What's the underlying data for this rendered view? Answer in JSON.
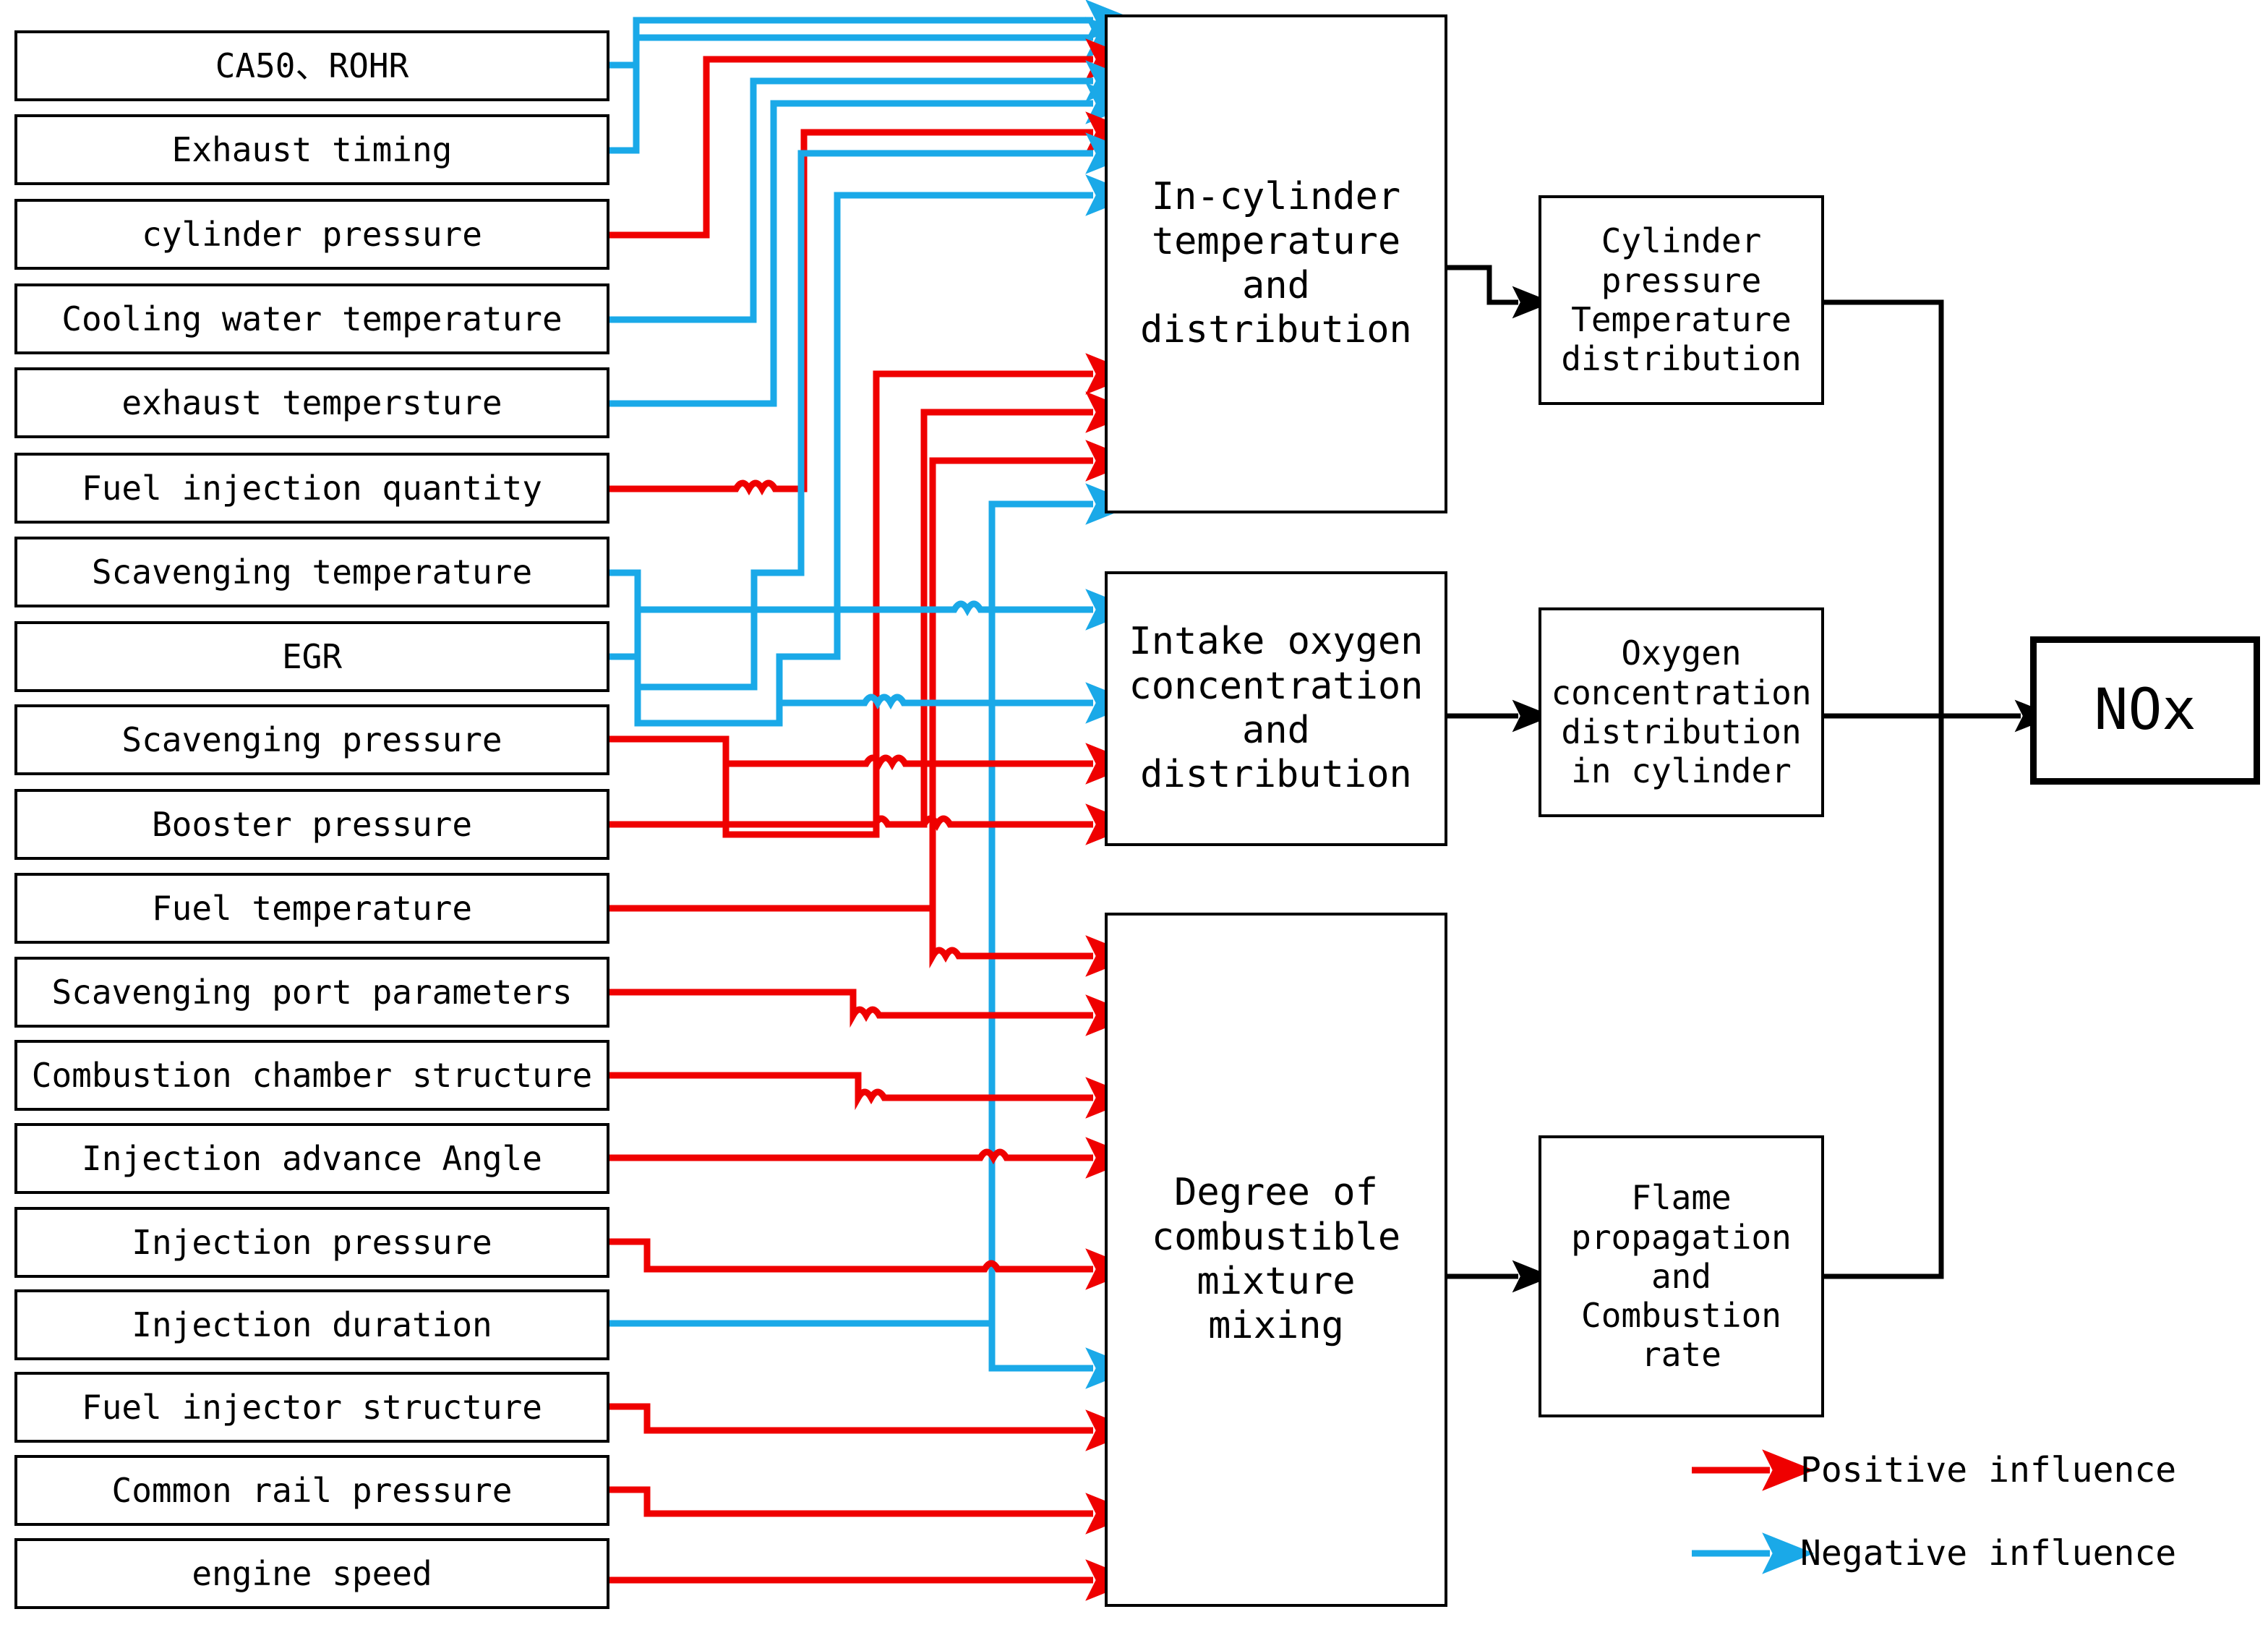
{
  "diagram": {
    "title": "NOx influencing factors flow diagram",
    "colors": {
      "positive": "#ef0000",
      "negative": "#1aa9e8",
      "outline": "#000000",
      "background": "#ffffff"
    }
  },
  "inputs": {
    "items": [
      {
        "id": "ca50-rohr",
        "label": "CA50、ROHR"
      },
      {
        "id": "exhaust-timing",
        "label": "Exhaust timing"
      },
      {
        "id": "cylinder-pressure",
        "label": "cylinder pressure"
      },
      {
        "id": "cooling-water-temperature",
        "label": "Cooling water temperature"
      },
      {
        "id": "exhaust-tempersture",
        "label": "exhaust tempersture"
      },
      {
        "id": "fuel-injection-quantity",
        "label": "Fuel injection quantity"
      },
      {
        "id": "scavenging-temperature",
        "label": "Scavenging temperature"
      },
      {
        "id": "egr",
        "label": "EGR"
      },
      {
        "id": "scavenging-pressure",
        "label": "Scavenging pressure"
      },
      {
        "id": "booster-pressure",
        "label": "Booster pressure"
      },
      {
        "id": "fuel-temperature",
        "label": "Fuel temperature"
      },
      {
        "id": "scavenging-port-parameters",
        "label": "Scavenging port parameters"
      },
      {
        "id": "combustion-chamber-structure",
        "label": "Combustion chamber structure"
      },
      {
        "id": "injection-advance-angle",
        "label": "Injection advance Angle"
      },
      {
        "id": "injection-pressure",
        "label": "Injection pressure"
      },
      {
        "id": "injection-duration",
        "label": "Injection duration"
      },
      {
        "id": "fuel-injector-structure",
        "label": "Fuel injector structure"
      },
      {
        "id": "common-rail-pressure",
        "label": "Common rail pressure"
      },
      {
        "id": "engine-speed",
        "label": "engine speed"
      }
    ]
  },
  "processes": {
    "items": [
      {
        "id": "in-cylinder-temperature",
        "label": "In-cylinder temperature and distribution"
      },
      {
        "id": "intake-oxygen-concentration",
        "label": "Intake oxygen concentration and distribution"
      },
      {
        "id": "degree-of-mixture-mixing",
        "label": "Degree of combustible mixture mixing"
      }
    ]
  },
  "states": {
    "items": [
      {
        "id": "cylinder-pressure-temperature-distribution",
        "label": "Cylinder pressure Temperature distribution"
      },
      {
        "id": "oxygen-concentration-distribution-in-cylinder",
        "label": "Oxygen concentration distribution in cylinder"
      },
      {
        "id": "flame-propagation-combustion-rate",
        "label": "Flame propagation and Combustion rate"
      }
    ]
  },
  "output": {
    "id": "nox",
    "label": "NOx"
  },
  "legend": {
    "items": [
      {
        "id": "positive-influence",
        "label": "Positive influence",
        "color": "#ef0000"
      },
      {
        "id": "negative-influence",
        "label": "Negative influence",
        "color": "#1aa9e8"
      }
    ]
  },
  "chart_data": {
    "type": "diagram",
    "title": "NOx influencing factors flow diagram",
    "nodes": {
      "inputs": [
        "CA50、ROHR",
        "Exhaust timing",
        "cylinder pressure",
        "Cooling water temperature",
        "exhaust tempersture",
        "Fuel injection quantity",
        "Scavenging temperature",
        "EGR",
        "Scavenging pressure",
        "Booster pressure",
        "Fuel temperature",
        "Scavenging port parameters",
        "Combustion chamber structure",
        "Injection advance Angle",
        "Injection pressure",
        "Injection duration",
        "Fuel injector structure",
        "Common rail pressure",
        "engine speed"
      ],
      "processes": [
        "In-cylinder temperature and distribution",
        "Intake oxygen concentration and distribution",
        "Degree of combustible mixture mixing"
      ],
      "states": [
        "Cylinder pressure Temperature distribution",
        "Oxygen concentration distribution in cylinder",
        "Flame propagation and Combustion rate"
      ],
      "output": "NOx"
    },
    "edges": [
      {
        "from": "CA50、ROHR",
        "to": "In-cylinder temperature and distribution",
        "sign": "negative"
      },
      {
        "from": "CA50、ROHR",
        "to": "In-cylinder temperature and distribution",
        "sign": "negative"
      },
      {
        "from": "Exhaust timing",
        "to": "In-cylinder temperature and distribution",
        "sign": "negative"
      },
      {
        "from": "cylinder pressure",
        "to": "In-cylinder temperature and distribution",
        "sign": "positive"
      },
      {
        "from": "Cooling water temperature",
        "to": "In-cylinder temperature and distribution",
        "sign": "negative"
      },
      {
        "from": "exhaust tempersture",
        "to": "In-cylinder temperature and distribution",
        "sign": "negative"
      },
      {
        "from": "Fuel injection quantity",
        "to": "In-cylinder temperature and distribution",
        "sign": "positive"
      },
      {
        "from": "Scavenging temperature",
        "to": "In-cylinder temperature and distribution",
        "sign": "negative"
      },
      {
        "from": "EGR",
        "to": "In-cylinder temperature and distribution",
        "sign": "negative"
      },
      {
        "from": "Scavenging pressure",
        "to": "In-cylinder temperature and distribution",
        "sign": "positive"
      },
      {
        "from": "Booster pressure",
        "to": "In-cylinder temperature and distribution",
        "sign": "positive"
      },
      {
        "from": "Fuel temperature",
        "to": "In-cylinder temperature and distribution",
        "sign": "positive"
      },
      {
        "from": "Injection duration",
        "to": "In-cylinder temperature and distribution",
        "sign": "negative"
      },
      {
        "from": "Scavenging temperature",
        "to": "Intake oxygen concentration and distribution",
        "sign": "negative"
      },
      {
        "from": "EGR",
        "to": "Intake oxygen concentration and distribution",
        "sign": "negative"
      },
      {
        "from": "Scavenging pressure",
        "to": "Intake oxygen concentration and distribution",
        "sign": "positive"
      },
      {
        "from": "Booster pressure",
        "to": "Intake oxygen concentration and distribution",
        "sign": "positive"
      },
      {
        "from": "Fuel temperature",
        "to": "Degree of combustible mixture mixing",
        "sign": "positive"
      },
      {
        "from": "Scavenging port parameters",
        "to": "Degree of combustible mixture mixing",
        "sign": "positive"
      },
      {
        "from": "Combustion chamber structure",
        "to": "Degree of combustible mixture mixing",
        "sign": "positive"
      },
      {
        "from": "Injection advance Angle",
        "to": "Degree of combustible mixture mixing",
        "sign": "positive"
      },
      {
        "from": "Injection pressure",
        "to": "Degree of combustible mixture mixing",
        "sign": "positive"
      },
      {
        "from": "Injection duration",
        "to": "Degree of combustible mixture mixing",
        "sign": "negative"
      },
      {
        "from": "Fuel injector structure",
        "to": "Degree of combustible mixture mixing",
        "sign": "positive"
      },
      {
        "from": "Common rail pressure",
        "to": "Degree of combustible mixture mixing",
        "sign": "positive"
      },
      {
        "from": "engine speed",
        "to": "Degree of combustible mixture mixing",
        "sign": "positive"
      },
      {
        "from": "In-cylinder temperature and distribution",
        "to": "Cylinder pressure Temperature distribution",
        "sign": "neutral"
      },
      {
        "from": "Intake oxygen concentration and distribution",
        "to": "Oxygen concentration distribution in cylinder",
        "sign": "neutral"
      },
      {
        "from": "Degree of combustible mixture mixing",
        "to": "Flame propagation and Combustion rate",
        "sign": "neutral"
      },
      {
        "from": "Cylinder pressure Temperature distribution",
        "to": "NOx",
        "sign": "neutral"
      },
      {
        "from": "Oxygen concentration distribution in cylinder",
        "to": "NOx",
        "sign": "neutral"
      },
      {
        "from": "Flame propagation and Combustion rate",
        "to": "NOx",
        "sign": "neutral"
      }
    ],
    "legend": [
      "Positive influence",
      "Negative influence"
    ],
    "legend_position": "bottom-right"
  }
}
